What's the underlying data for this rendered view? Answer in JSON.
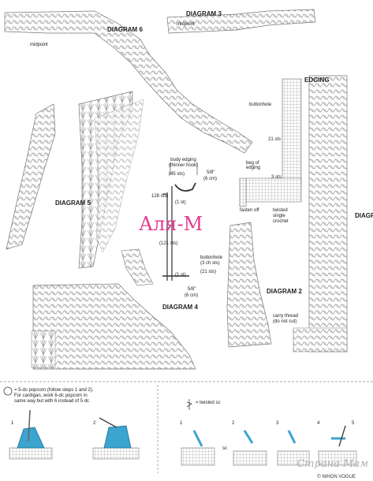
{
  "diagrams": {
    "d3_title": "DIAGRAM 3",
    "d3_midpoint": "midpoint",
    "d6_title": "DIAGRAM 6",
    "d6_midpoint": "midpoint",
    "d5_title": "DIAGRAM 5",
    "d4_title": "DIAGRAM 4",
    "d2_title": "DIAGRAM 2",
    "d_right_title": "DIAGRAM",
    "edging_title": "EDGING"
  },
  "edging_notes": {
    "buttonhole": "buttonhole",
    "sts_21": "21 sts",
    "beg_of_edging": "beg of\nedging",
    "three_sts": "3 sts",
    "fasten_off": "fasten off",
    "twisted": "twisted\nsingle\ncrochet"
  },
  "center_notes": {
    "body_edging": "body edging\n(thinner hook)",
    "sts_45": "(45 sts)",
    "frac_58_top": "5/8\"",
    "cm_6_top": "(6 cm)",
    "sts_128": "128 sts)",
    "one_st_a": "(1 st)",
    "sts_121": "(121 sts)",
    "buttonhole_label": "buttonhole\n(3 ch sts)",
    "sts_21_center": "(21 sts)",
    "one_st_b": "(1 st)",
    "frac_58_bottom": "5/8\"",
    "cm_6_bottom": "(6 cm)"
  },
  "d2_notes": {
    "carry": "carry thread\n(do not cut)"
  },
  "legend": {
    "popcorn": "= 5-dc popcorn (follow steps 1 and 2).\nFor cardigan, work 6-dc popcorn in\nsame way but with 6 instead of 5 dc",
    "twisted_sc": "= twisted sc",
    "steps": [
      "1",
      "2",
      "1",
      "2",
      "3",
      "4",
      "5"
    ],
    "sc_label": "sc"
  },
  "watermark": "Аля-М",
  "brand": "Страна Мам",
  "credit": "© NIHON VOGUE",
  "colors": {
    "yarn": "#3ba4cf",
    "watermark": "#e23a8e",
    "line": "#7a7a7a",
    "dark_line": "#333333"
  }
}
